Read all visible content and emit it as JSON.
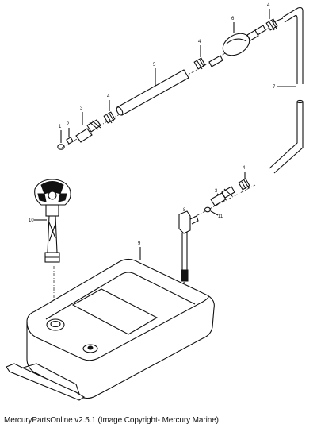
{
  "caption": "MercuryPartsOnline v2.5.1 (Image Copyright- Mercury Marine)",
  "callouts": [
    "1",
    "2",
    "3",
    "4",
    "4",
    "5",
    "6",
    "4",
    "7",
    "4",
    "3",
    "8",
    "11",
    "10",
    "9"
  ],
  "colors": {
    "ink": "#111111",
    "paper": "#ffffff"
  }
}
